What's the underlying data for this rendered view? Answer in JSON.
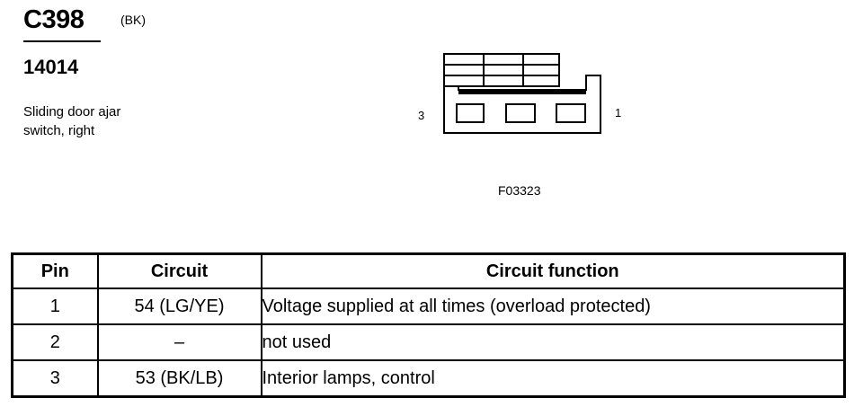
{
  "header": {
    "connector_id": "C398",
    "color_code": "(BK)",
    "part_number": "14014",
    "description_line1": "Sliding door ajar",
    "description_line2": "switch, right"
  },
  "diagram": {
    "pin_left": "3",
    "pin_right": "1",
    "reference": "F03323"
  },
  "table": {
    "headers": [
      "Pin",
      "Circuit",
      "Circuit function"
    ],
    "rows": [
      {
        "pin": "1",
        "circuit": "54 (LG/YE)",
        "function": "Voltage supplied at all times (overload protected)"
      },
      {
        "pin": "2",
        "circuit": "–",
        "function": "not used"
      },
      {
        "pin": "3",
        "circuit": "53 (BK/LB)",
        "function": "Interior lamps, control"
      }
    ]
  }
}
